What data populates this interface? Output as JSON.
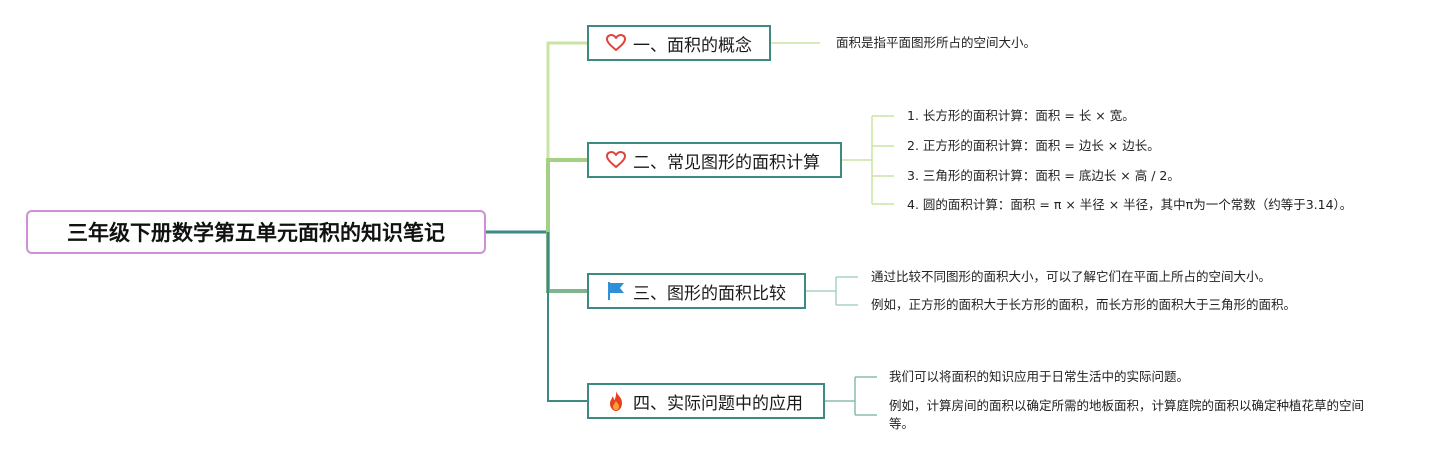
{
  "root": {
    "title": "三年级下册数学第五单元面积的知识笔记"
  },
  "colors": {
    "root_border": "#cf8fd6",
    "branch_border": "#3d8a82",
    "line_light": "#c9e4a4",
    "line_mid": "#a5cf85",
    "line_dark": "#3d8a82",
    "heart_icon": "#e0433a",
    "flag_icon": "#2f8fd8",
    "fire_icon": "#e8401c"
  },
  "branches": [
    {
      "icon": "heart-icon",
      "label": "一、面积的概念",
      "leaves": [
        "面积是指平面图形所占的空间大小。"
      ]
    },
    {
      "icon": "heart-icon",
      "label": "二、常见图形的面积计算",
      "leaves": [
        "1. 长方形的面积计算：面积 = 长 × 宽。",
        "2. 正方形的面积计算：面积 = 边长 × 边长。",
        "3. 三角形的面积计算：面积 = 底边长 × 高 / 2。",
        "4. 圆的面积计算：面积 = π × 半径 × 半径，其中π为一个常数（约等于3.14）。"
      ]
    },
    {
      "icon": "flag-icon",
      "label": "三、图形的面积比较",
      "leaves": [
        "通过比较不同图形的面积大小，可以了解它们在平面上所占的空间大小。",
        "例如，正方形的面积大于长方形的面积，而长方形的面积大于三角形的面积。"
      ]
    },
    {
      "icon": "fire-icon",
      "label": "四、实际问题中的应用",
      "leaves": [
        "我们可以将面积的知识应用于日常生活中的实际问题。",
        "例如，计算房间的面积以确定所需的地板面积，计算庭院的面积以确定种植花草的空间等。"
      ]
    }
  ]
}
